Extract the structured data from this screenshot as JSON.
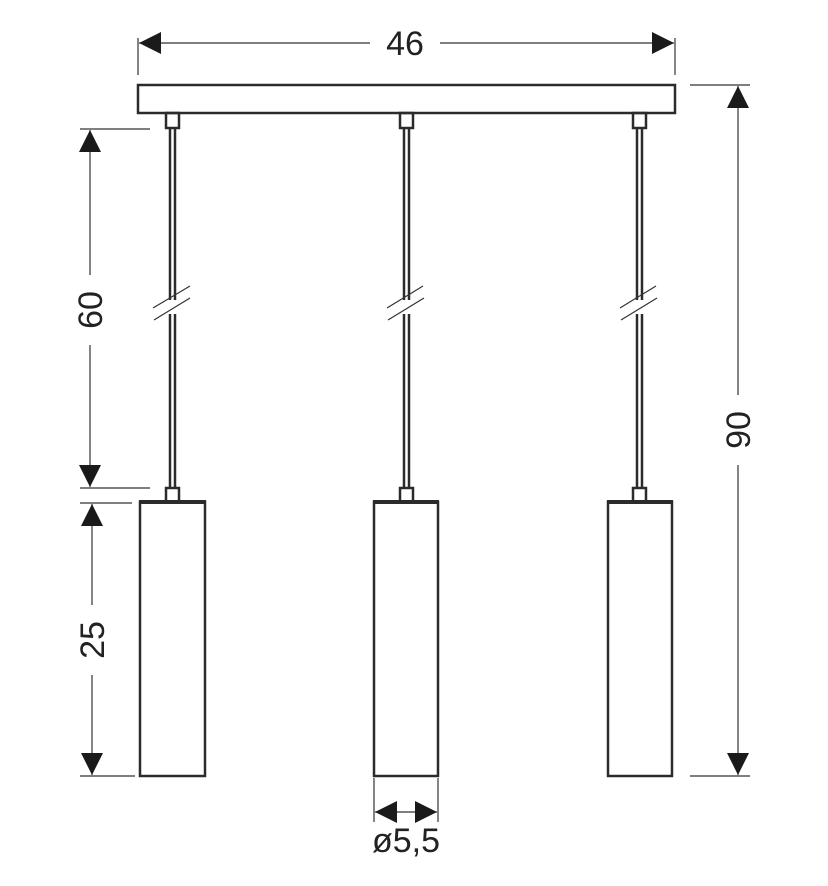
{
  "dimensions": {
    "width_label": "46",
    "cable_length_label": "60",
    "shade_height_label": "25",
    "total_height_label": "90",
    "shade_diameter_label": "ø5,5"
  },
  "colors": {
    "stroke": "#2b2b2b",
    "background": "#ffffff"
  }
}
